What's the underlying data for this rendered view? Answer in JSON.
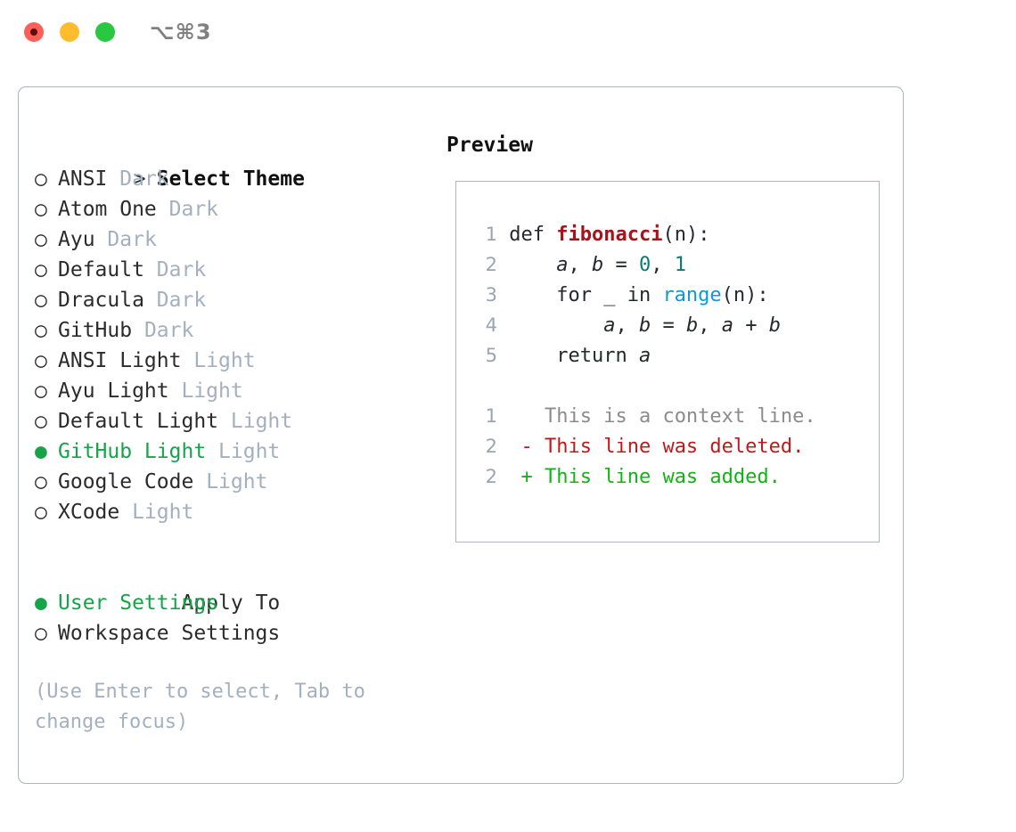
{
  "titlebar": {
    "shortcut": "⌥⌘3",
    "lights": [
      "close",
      "minimize",
      "maximize"
    ],
    "colors": {
      "close": "#ff5f57",
      "minimize": "#ffbd2e",
      "maximize": "#28c840"
    }
  },
  "theme_list": {
    "heading": "Select Theme",
    "heading_marker": ">",
    "items": [
      {
        "marker": "○",
        "label": "ANSI",
        "tag": "Dark",
        "selected": false
      },
      {
        "marker": "○",
        "label": "Atom One",
        "tag": "Dark",
        "selected": false
      },
      {
        "marker": "○",
        "label": "Ayu",
        "tag": "Dark",
        "selected": false
      },
      {
        "marker": "○",
        "label": "Default",
        "tag": "Dark",
        "selected": false
      },
      {
        "marker": "○",
        "label": "Dracula",
        "tag": "Dark",
        "selected": false
      },
      {
        "marker": "○",
        "label": "GitHub",
        "tag": "Dark",
        "selected": false
      },
      {
        "marker": "○",
        "label": "ANSI Light",
        "tag": "Light",
        "selected": false
      },
      {
        "marker": "○",
        "label": "Ayu Light",
        "tag": "Light",
        "selected": false
      },
      {
        "marker": "○",
        "label": "Default Light",
        "tag": "Light",
        "selected": false
      },
      {
        "marker": "●",
        "label": "GitHub Light",
        "tag": "Light",
        "selected": true
      },
      {
        "marker": "○",
        "label": "Google Code",
        "tag": "Light",
        "selected": false
      },
      {
        "marker": "○",
        "label": "XCode",
        "tag": "Light",
        "selected": false
      }
    ]
  },
  "apply_to": {
    "heading": "Apply To",
    "items": [
      {
        "marker": "●",
        "label": "User Settings",
        "selected": true
      },
      {
        "marker": "○",
        "label": "Workspace Settings",
        "selected": false
      }
    ]
  },
  "hint": "(Use Enter to select, Tab to change focus)",
  "preview": {
    "title": "Preview",
    "code_lines": [
      {
        "no": "1",
        "tokens": [
          {
            "t": "def ",
            "c": "tok-def"
          },
          {
            "t": "fibonacci",
            "c": "tok-fn"
          },
          {
            "t": "(n):",
            "c": "tok-punct"
          }
        ]
      },
      {
        "no": "2",
        "tokens": [
          {
            "t": "    ",
            "c": "code"
          },
          {
            "t": "a",
            "c": "tok-var"
          },
          {
            "t": ", ",
            "c": "tok-punct"
          },
          {
            "t": "b",
            "c": "tok-var"
          },
          {
            "t": " = ",
            "c": "tok-punct"
          },
          {
            "t": "0",
            "c": "tok-num"
          },
          {
            "t": ", ",
            "c": "tok-punct"
          },
          {
            "t": "1",
            "c": "tok-num"
          }
        ]
      },
      {
        "no": "3",
        "tokens": [
          {
            "t": "    for _ in ",
            "c": "code"
          },
          {
            "t": "range",
            "c": "tok-builtin"
          },
          {
            "t": "(n):",
            "c": "tok-punct"
          }
        ]
      },
      {
        "no": "4",
        "tokens": [
          {
            "t": "        ",
            "c": "code"
          },
          {
            "t": "a",
            "c": "tok-var"
          },
          {
            "t": ", ",
            "c": "tok-punct"
          },
          {
            "t": "b",
            "c": "tok-var"
          },
          {
            "t": " = ",
            "c": "tok-punct"
          },
          {
            "t": "b",
            "c": "tok-var"
          },
          {
            "t": ", ",
            "c": "tok-punct"
          },
          {
            "t": "a",
            "c": "tok-var"
          },
          {
            "t": " + ",
            "c": "tok-punct"
          },
          {
            "t": "b",
            "c": "tok-var"
          }
        ]
      },
      {
        "no": "5",
        "tokens": [
          {
            "t": "    return ",
            "c": "code"
          },
          {
            "t": "a",
            "c": "tok-var"
          }
        ]
      }
    ],
    "diff_lines": [
      {
        "no": "1",
        "sign": " ",
        "text": " This is a context line.",
        "kind": "diff-ctx"
      },
      {
        "no": "2",
        "sign": "-",
        "text": " This line was deleted.",
        "kind": "diff-del"
      },
      {
        "no": "2",
        "sign": "+",
        "text": " This line was added.",
        "kind": "diff-add"
      }
    ]
  },
  "colors": {
    "accent_green": "#16a34a",
    "muted": "#a3b0c0",
    "border": "#aab4c2",
    "function_red": "#a8131b",
    "number_teal": "#0d7a72",
    "builtin_blue": "#0b9bd4",
    "diff_delete": "#c0191c",
    "diff_add": "#12b312"
  }
}
